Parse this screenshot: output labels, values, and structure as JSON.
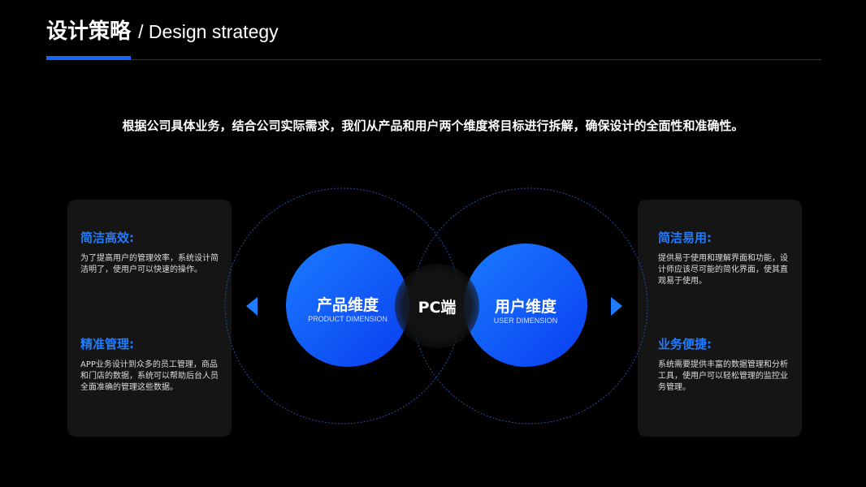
{
  "header": {
    "title_cn": "设计策略",
    "title_en": "/ Design strategy"
  },
  "intro": "根据公司具体业务，结合公司实际需求，我们从产品和用户两个维度将目标进行拆解，确保设计的全面性和准确性。",
  "left_card": {
    "items": [
      {
        "title": "简洁高效:",
        "text": "为了提高用户的管理效率，系统设计简洁明了，使用户可以快速的操作。"
      },
      {
        "title": "精准管理:",
        "text": "APP业务设计到众多的员工管理，商品和门店的数据，系统可以帮助后台人员全面准确的管理这些数据。"
      }
    ]
  },
  "right_card": {
    "items": [
      {
        "title": "简洁易用:",
        "text": "提供易于使用和理解界面和功能，设计师应该尽可能的简化界面，使其直观易于使用。"
      },
      {
        "title": "业务便捷:",
        "text": "系统需要提供丰富的数据管理和分析工具，使用户可以轻松管理的监控业务管理。"
      }
    ]
  },
  "diagram": {
    "product": {
      "cn": "产品维度",
      "en": "PRODUCT DIMENSION"
    },
    "user": {
      "cn": "用户维度",
      "en": "USER DIMENSION"
    },
    "center": "PC端"
  },
  "colors": {
    "accent": "#1565ff",
    "heading": "#1f7cff"
  }
}
